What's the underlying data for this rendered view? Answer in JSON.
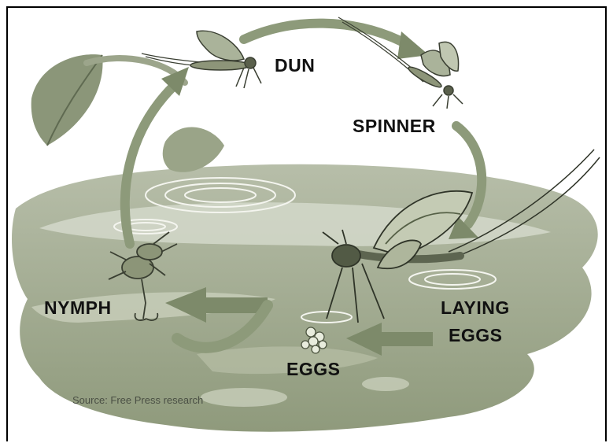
{
  "diagram": {
    "labels": {
      "dun": "DUN",
      "spinner": "SPINNER",
      "laying_eggs_line1": "LAYING",
      "laying_eggs_line2": "EGGS",
      "eggs": "EGGS",
      "nymph": "NYMPH"
    },
    "source": "Source: Free Press research"
  },
  "colors": {
    "ink": "#111111",
    "water_light": "#c9cfc0",
    "water_mid": "#aeb59f",
    "water_dark": "#8a9478",
    "arrow": "#7d8a6a",
    "insect": "#3a3f32"
  },
  "icons": [
    "mayfly-dun",
    "mayfly-spinner",
    "mayfly-adult-laying",
    "nymph",
    "leaf",
    "cycle-arrow"
  ]
}
